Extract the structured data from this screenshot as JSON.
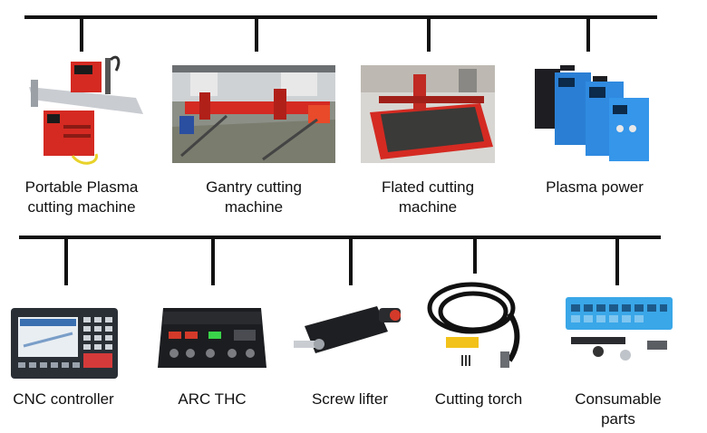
{
  "top_row": [
    {
      "line1": "Portable Plasma",
      "line2": "cutting machine",
      "icon": "portable-plasma-cutter-icon"
    },
    {
      "line1": "Gantry cutting",
      "line2": "machine",
      "icon": "gantry-cutting-machine-icon"
    },
    {
      "line1": "Flated cutting",
      "line2": "machine",
      "icon": "flat-cutting-table-icon"
    },
    {
      "line1": "Plasma power",
      "line2": "",
      "icon": "plasma-power-supply-icon"
    }
  ],
  "bottom_row": [
    {
      "line1": "CNC controller",
      "line2": "",
      "icon": "cnc-controller-icon"
    },
    {
      "line1": "ARC THC",
      "line2": "",
      "icon": "arc-thc-icon"
    },
    {
      "line1": "Screw lifter",
      "line2": "",
      "icon": "screw-lifter-icon"
    },
    {
      "line1": "Cutting torch",
      "line2": "",
      "icon": "cutting-torch-icon"
    },
    {
      "line1": "Consumable",
      "line2": "parts",
      "icon": "consumable-parts-icon"
    }
  ],
  "colors": {
    "line": "#111111",
    "machine_red": "#d42a22",
    "power_blue": "#2a7fd4",
    "controller_dark": "#2a2f36",
    "torch_yellow": "#f2c21a",
    "parts_blue": "#3aa7e8"
  }
}
